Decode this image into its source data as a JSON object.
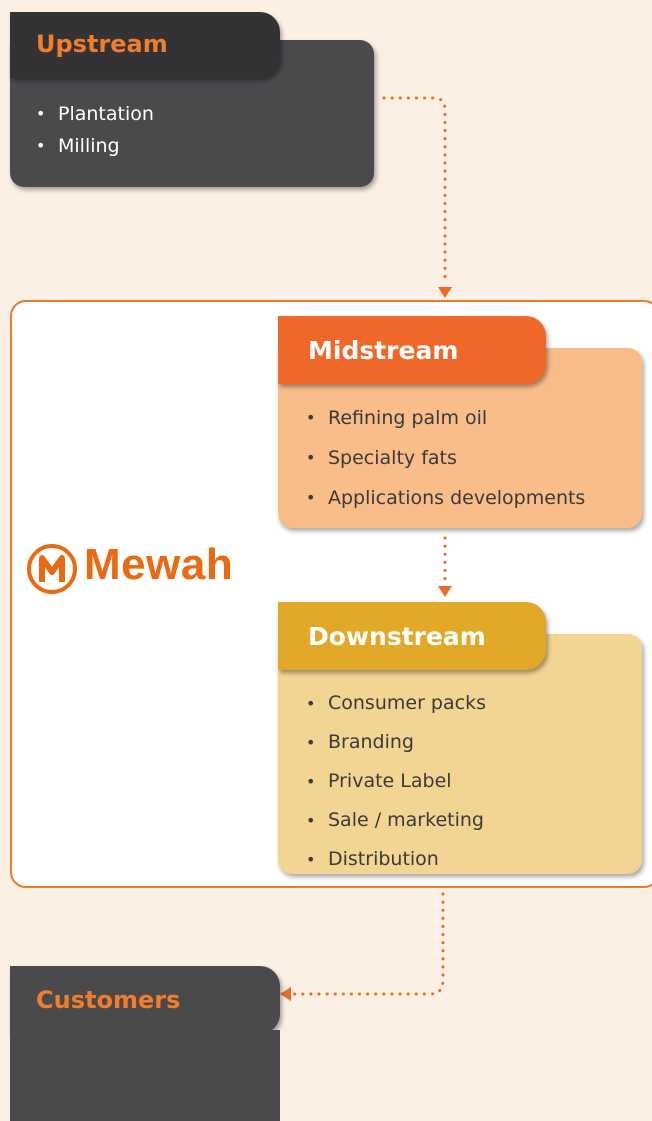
{
  "upstream": {
    "title": "Upstream",
    "items": [
      "Plantation",
      "Milling"
    ]
  },
  "company": {
    "name": "Mewah"
  },
  "midstream": {
    "title": "Midstream",
    "items": [
      "Refining palm oil",
      "Specialty fats",
      "Applications developments"
    ]
  },
  "downstream": {
    "title": "Downstream",
    "items": [
      "Consumer packs",
      "Branding",
      "Private Label",
      "Sale / marketing",
      "Distribution"
    ]
  },
  "customers": {
    "title": "Customers"
  },
  "colors": {
    "background": "#fcf0e5",
    "dark_panel": "#4a4a4d",
    "midstream_tab": "#f0672a",
    "midstream_panel": "#f9bd8a",
    "downstream_tab": "#e2a827",
    "downstream_panel": "#f2d493",
    "connector": "#ee6a24",
    "brand": "#e96a12"
  }
}
